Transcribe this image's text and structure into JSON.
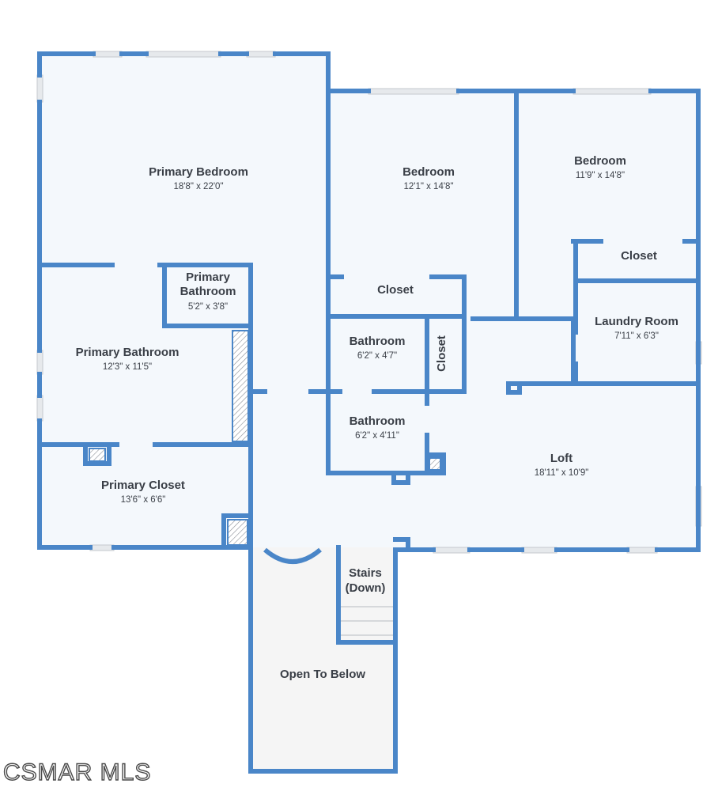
{
  "colors": {
    "wall": "#4a86c8",
    "floor": "#f4f8fc",
    "open_floor": "#f5f5f5",
    "window": "#d9dde2",
    "text": "#3a3f47"
  },
  "rooms": {
    "primary_bedroom": {
      "name": "Primary Bedroom",
      "dims": "18'8\" x 22'0\""
    },
    "bedroom_1": {
      "name": "Bedroom",
      "dims": "12'1\" x 14'8\""
    },
    "bedroom_2": {
      "name": "Bedroom",
      "dims": "11'9\" x 14'8\""
    },
    "closet_1": {
      "name": "Closet"
    },
    "closet_2": {
      "name": "Closet"
    },
    "closet_3": {
      "name": "Closet"
    },
    "primary_bath_small": {
      "name_line1": "Primary",
      "name_line2": "Bathroom",
      "dims": "5'2\" x 3'8\""
    },
    "primary_bathroom": {
      "name": "Primary Bathroom",
      "dims": "12'3\" x 11'5\""
    },
    "bathroom_1": {
      "name": "Bathroom",
      "dims": "6'2\" x 4'7\""
    },
    "bathroom_2": {
      "name": "Bathroom",
      "dims": "6'2\" x 4'11\""
    },
    "laundry_room": {
      "name": "Laundry Room",
      "dims": "7'11\" x 6'3\""
    },
    "loft": {
      "name": "Loft",
      "dims": "18'11\" x 10'9\""
    },
    "primary_closet": {
      "name": "Primary Closet",
      "dims": "13'6\" x 6'6\""
    },
    "stairs": {
      "name_line1": "Stairs",
      "name_line2": "(Down)"
    },
    "open_to_below": {
      "name": "Open To Below"
    }
  },
  "watermark": "CSMAR MLS"
}
